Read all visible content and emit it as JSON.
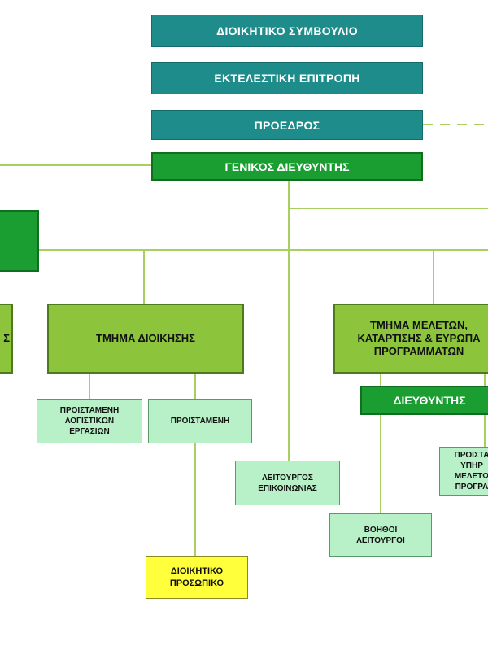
{
  "colors": {
    "teal": "#1f8c8c",
    "dark_green": "#1a9e32",
    "light_green": "#8cc43c",
    "mint": "#b8f0c8",
    "yellow": "#ffff3c",
    "line": "#a8cf60"
  },
  "org": {
    "board": "ΔΙΟΙΚΗΤΙΚΟ ΣΥΜΒΟΥΛΙΟ",
    "executive_committee": "ΕΚΤΕΛΕΣΤΙΚΗ ΕΠΙΤΡΟΠΗ",
    "president": "ΠΡΟΕΔΡΟΣ",
    "general_director": "ΓΕΝΙΚΟΣ ΔΙΕΥΘΥΝΤΗΣ",
    "left_clipped_dept": "",
    "left_clipped_text": "Σ",
    "admin_dept": "ΤΜΗΜΑ ΔΙΟΙΚΗΣΗΣ",
    "head_accounting": "ΠΡΟΙΣΤΑΜΕΝΗ\nΛΟΓΙΣΤΙΚΩΝ\nΕΡΓΑΣΙΩΝ",
    "head": "ΠΡΟΙΣΤΑΜΕΝΗ",
    "admin_staff": "ΔΙΟΙΚΗΤΙΚΟ\nΠΡΟΣΩΠΙΚΟ",
    "communication_officer": "ΛΕΙΤΟΥΡΓΟΣ\nΕΠΙΚΟΙΝΩΝΙΑΣ",
    "studies_dept": "ΤΜΗΜΑ ΜΕΛΕΤΩΝ,\nΚΑΤΑΡΤΙΣΗΣ & ΕΥΡΩΠΑ\nΠΡΟΓΡΑΜΜΑΤΩΝ",
    "director": "ΔΙΕΥΘΥΝΤΗΣ",
    "assistant_officers": "ΒΟΗΘΟΙ\nΛΕΙΤΟΥΡΓΟΙ",
    "studies_head_clipped": "ΠΡΟΙΣΤΑ\nΥΠΗΡ\nΜΕΛΕΤΩ\nΠΡΟΓΡΑ"
  }
}
